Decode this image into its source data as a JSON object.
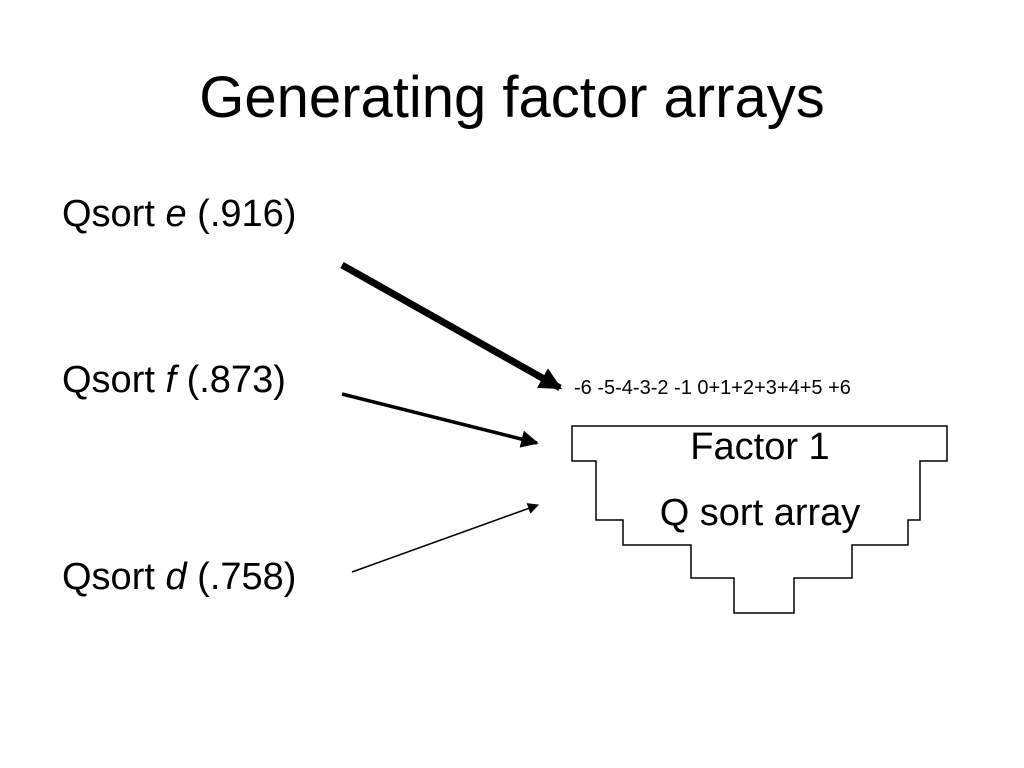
{
  "slide": {
    "title": "Generating factor arrays"
  },
  "qsorts": [
    {
      "prefix": "Qsort ",
      "var": "e",
      "loading": " (.916)"
    },
    {
      "prefix": "Qsort ",
      "var": "f",
      "loading": " (.873)"
    },
    {
      "prefix": "Qsort ",
      "var": "d",
      "loading": " (.758)"
    }
  ],
  "array": {
    "scale": "-6 -5-4-3-2 -1 0+1+2+3+4+5 +6",
    "line1": "Factor 1",
    "line2": "Q sort array"
  },
  "colors": {
    "background": "#ffffff",
    "foreground": "#000000"
  }
}
